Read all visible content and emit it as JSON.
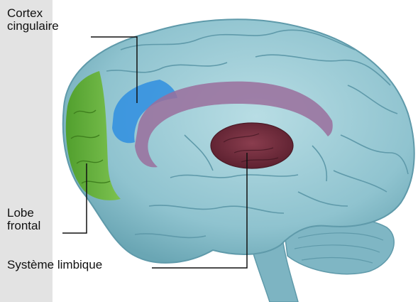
{
  "labels": {
    "cortex_line1": "Cortex",
    "cortex_line2": "cingulaire",
    "lobe_line1": "Lobe",
    "lobe_line2": "frontal",
    "limbic": "Système limbique"
  },
  "colors": {
    "background_strip": "#e3e3e3",
    "brain_base": "#8fc3cf",
    "brain_shadow": "#5f9aaa",
    "frontal_lobe": "#5aaa2e",
    "cingulate_cortex": "#2f8ee0",
    "limbic_arc": "#9a6e9c",
    "limbic_core": "#6a2a3a",
    "leader_lines": "#111111"
  }
}
